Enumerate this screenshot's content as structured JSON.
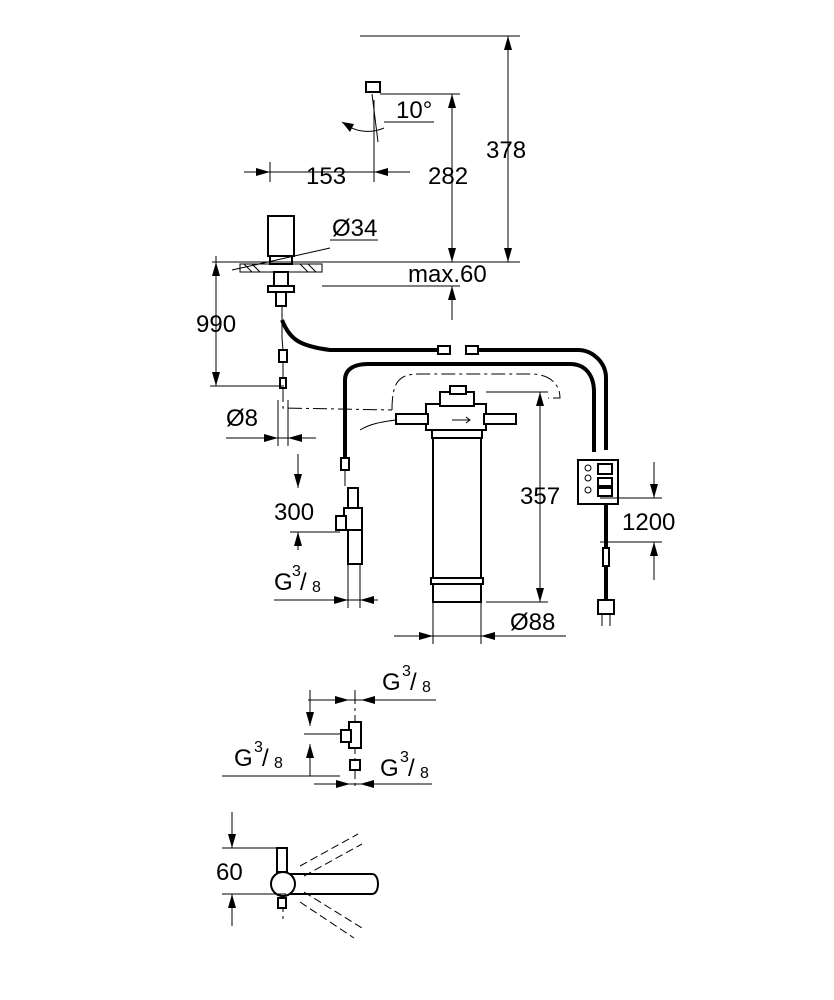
{
  "dimensions": {
    "spout_height": "378",
    "outlet_height": "282",
    "spout_reach": "153",
    "swivel_angle": "10°",
    "body_diameter": "Ø34",
    "max_deck_thickness": "max.60",
    "hose_length": "990",
    "tube_diameter": "Ø8",
    "valve_offset": "300",
    "filter_height": "357",
    "filter_diameter": "Ø88",
    "cable_length": "1200",
    "thread_g": "G",
    "thread_numerator": "3",
    "thread_denominator": "8",
    "lever_height": "60"
  }
}
